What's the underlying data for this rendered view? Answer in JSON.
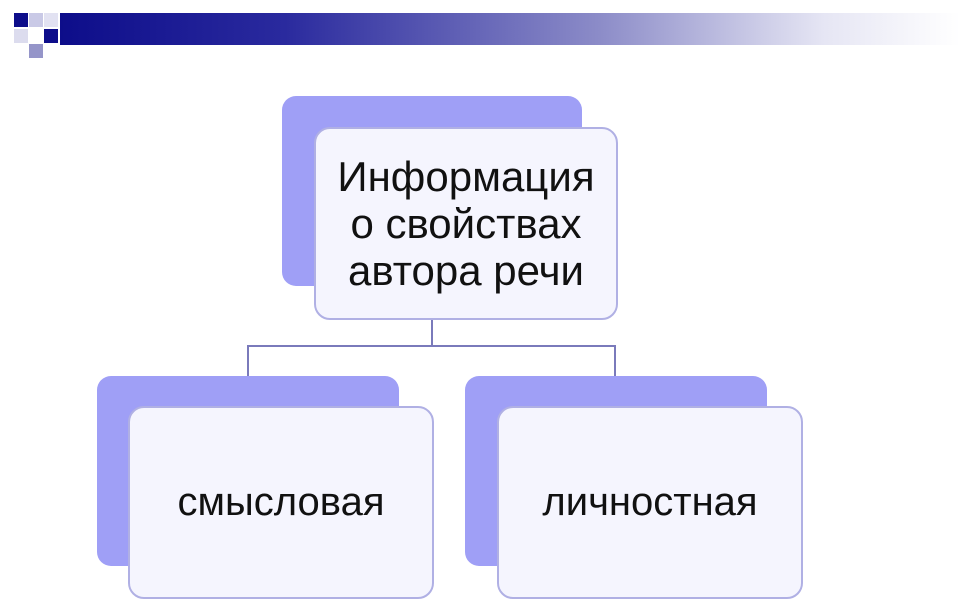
{
  "diagram": {
    "root": {
      "lines": [
        "Информация",
        "о свойствах",
        "автора речи"
      ]
    },
    "children": [
      {
        "label": "смысловая"
      },
      {
        "label": "личностная"
      }
    ]
  },
  "colors": {
    "header_dark": "#0d0d8a",
    "card_back": "#9f9ff6",
    "card_front": "#f5f5fe",
    "card_border": "#b0b0e4",
    "connector": "#7a7abb"
  }
}
